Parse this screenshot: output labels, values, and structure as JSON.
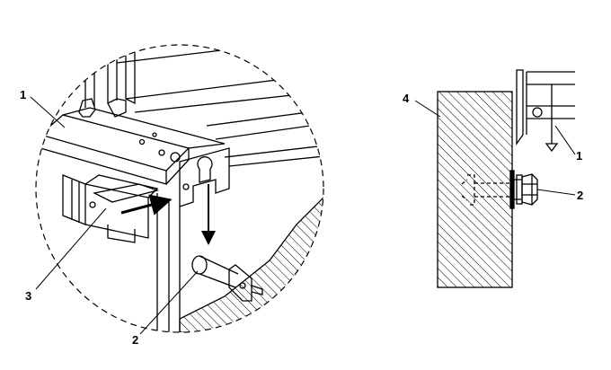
{
  "figure": {
    "left_view": {
      "callouts": [
        "1",
        "2",
        "3"
      ]
    },
    "right_view": {
      "callouts": [
        "4",
        "1",
        "2"
      ]
    }
  },
  "colors": {
    "line": "#000000",
    "background": "#ffffff"
  }
}
